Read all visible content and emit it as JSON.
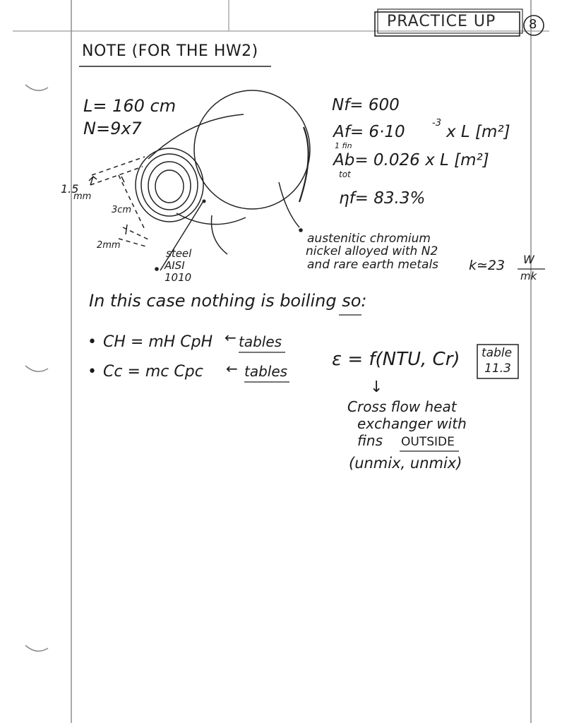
{
  "header": {
    "title": "PRACTICE UP",
    "number": "8"
  },
  "note": "NOTE (FOR THE HW2)",
  "given": {
    "length": "L= 160 cm",
    "arrangement": "N=9x7"
  },
  "figure": {
    "dim_fin_thickness_value": "1.5",
    "dim_fin_thickness_unit": "mm",
    "dim_diameter": "3cm",
    "dim_wall": "2mm",
    "tube_material_1": "steel",
    "tube_material_2": "AISI",
    "tube_material_3": "1010",
    "fin_material_1": "austenitic chromium",
    "fin_material_2": "nickel alloyed with N2",
    "fin_material_3": "and rare earth metals",
    "conductivity": "k≃23",
    "conductivity_unit_num": "W",
    "conductivity_unit_den": "mk"
  },
  "results": {
    "nf": "Nf= 600",
    "af": "Af= 6·10",
    "af_exp": "-3",
    "af_tail": "x L [m²]",
    "af_sub": "1 fin",
    "ab": "Ab= 0.026 x L [m²]",
    "ab_sub": "tot",
    "eta": "ηf= 83.3%"
  },
  "statement": "In this case nothing is boiling so:",
  "bullets": [
    {
      "lhs": "CH = mH CpH",
      "arrow": "←",
      "tail": "tables"
    },
    {
      "lhs": "Cc = mc Cpc",
      "arrow": "←",
      "tail": "tables"
    }
  ],
  "effectiveness": {
    "equation": "ε = f(NTU, Cr)",
    "table_ref_1": "table",
    "table_ref_2": "11.3",
    "arrow": "↓",
    "line1": "Cross flow heat",
    "line2": "exchanger with",
    "line3": "fins",
    "line3_emph": "OUTSIDE",
    "line4": "(unmix, unmix)"
  }
}
